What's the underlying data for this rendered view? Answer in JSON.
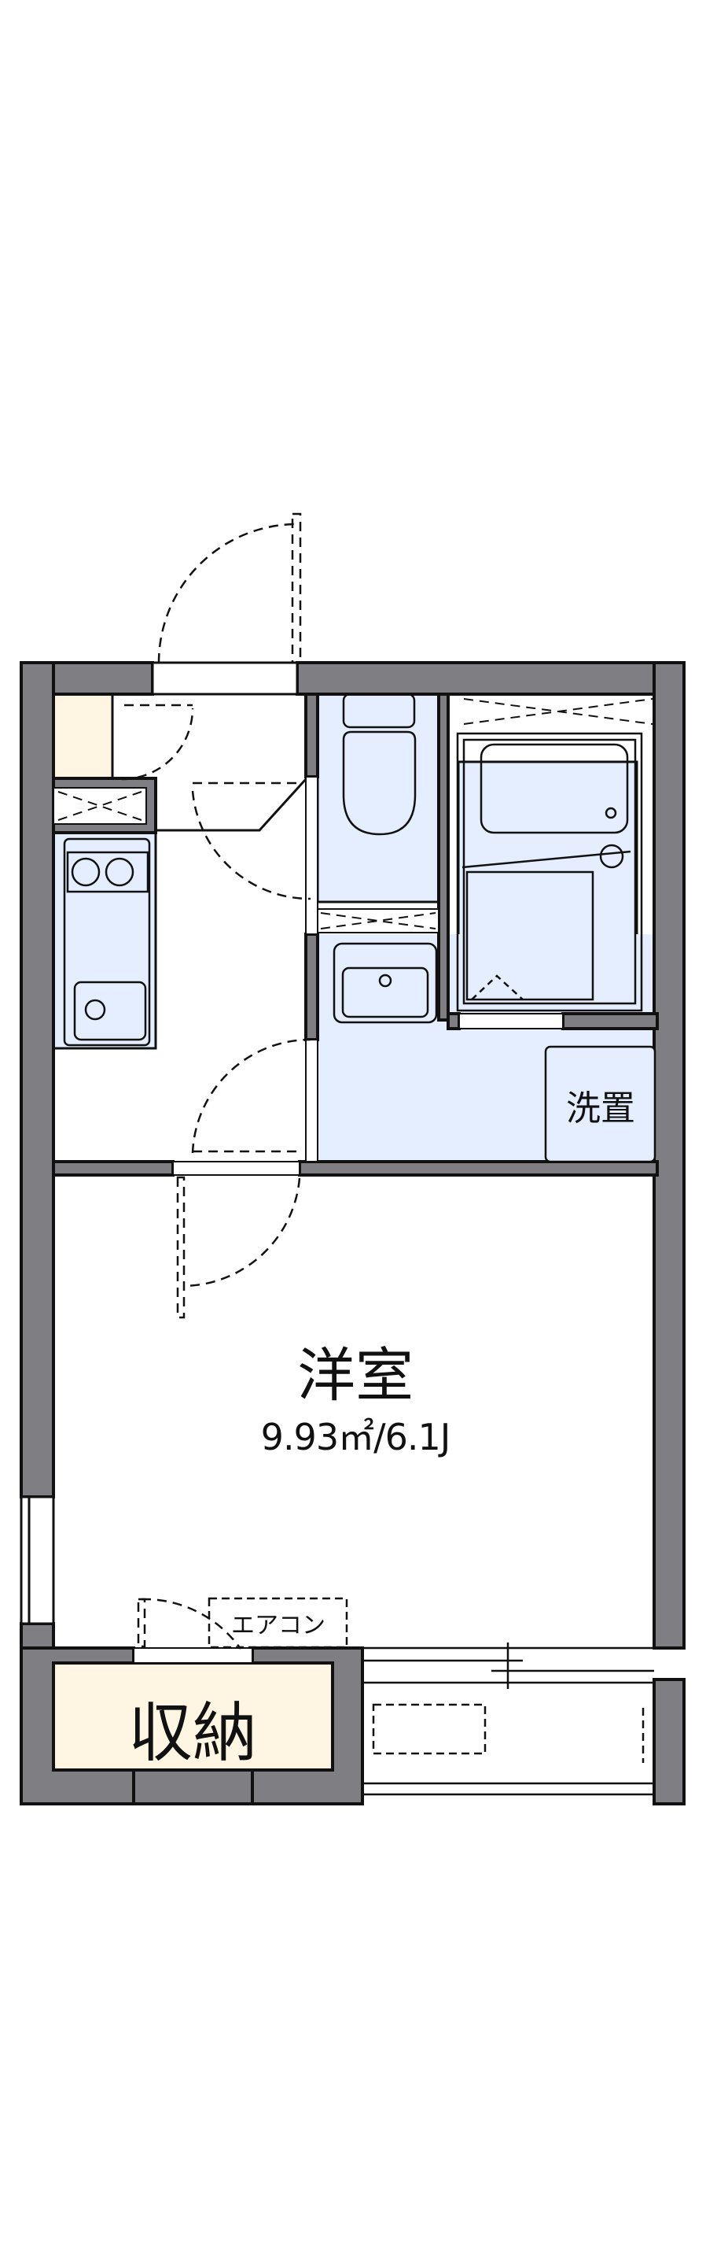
{
  "floorplan": {
    "rooms": {
      "western_room": {
        "name": "洋室",
        "area": "9.93㎡/6.1J"
      },
      "washer_space": {
        "name": "洗置"
      },
      "storage": {
        "name": "収納"
      },
      "air_conditioner": {
        "name": "エアコン"
      }
    },
    "colors": {
      "wall": "#7f7e83",
      "wet_area": "#e5eefe",
      "storage": "#fff5e3",
      "line": "#111111"
    }
  }
}
